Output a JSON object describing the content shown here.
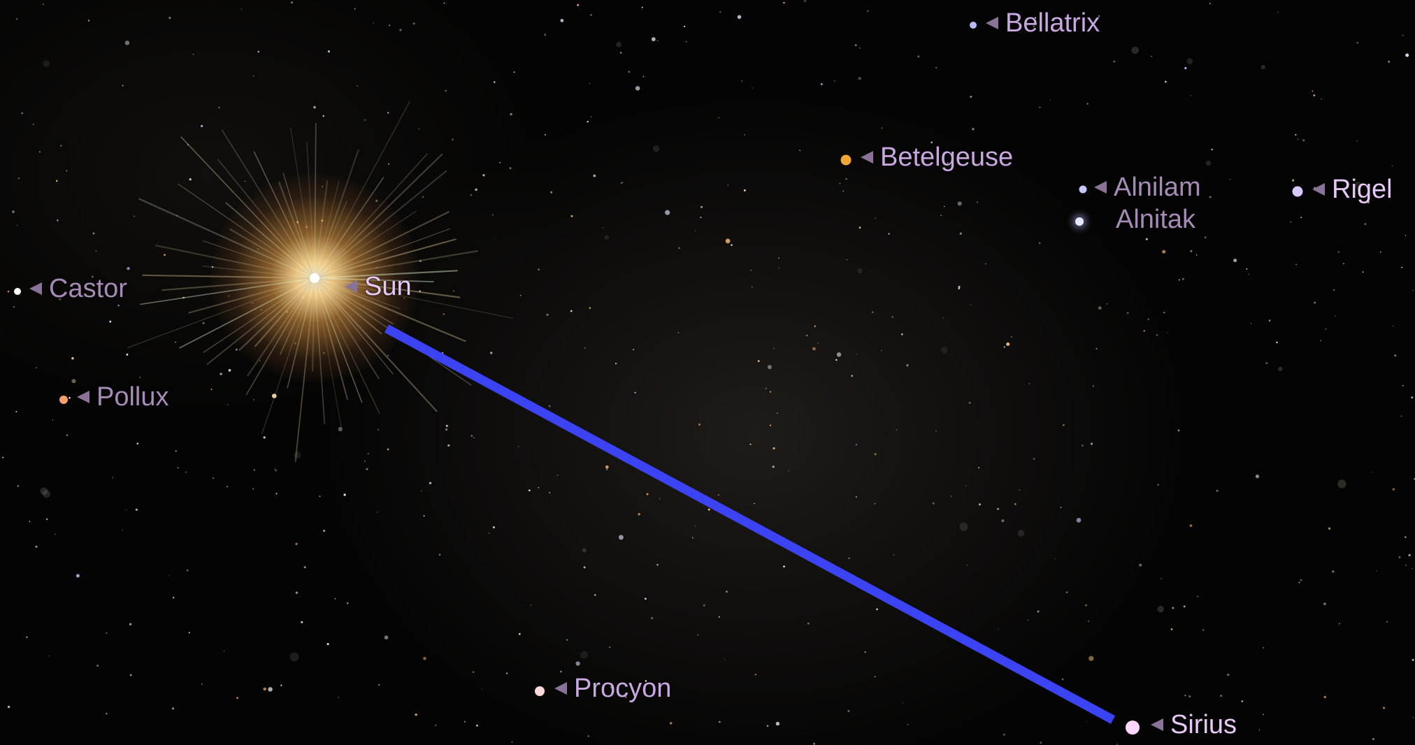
{
  "labels": {
    "bellatrix": "Bellatrix",
    "betelgeuse": "Betelgeuse",
    "alnilam": "Alnilam",
    "alnitak": "Alnitak",
    "rigel": "Rigel",
    "castor": "Castor",
    "sun": "Sun",
    "pollux": "Pollux",
    "procyon": "Procyon",
    "sirius": "Sirius"
  },
  "colors": {
    "sky": "#040404",
    "label": "#c9a7e0",
    "pointer": "#8a7398",
    "line": "#3b43f2",
    "sun_core": "#fff6dc",
    "sun_glow": "#f0a347"
  },
  "icons": {
    "label_pointer": "left-pointing-triangle",
    "sun": "sun-starburst",
    "star": "star-dot"
  }
}
